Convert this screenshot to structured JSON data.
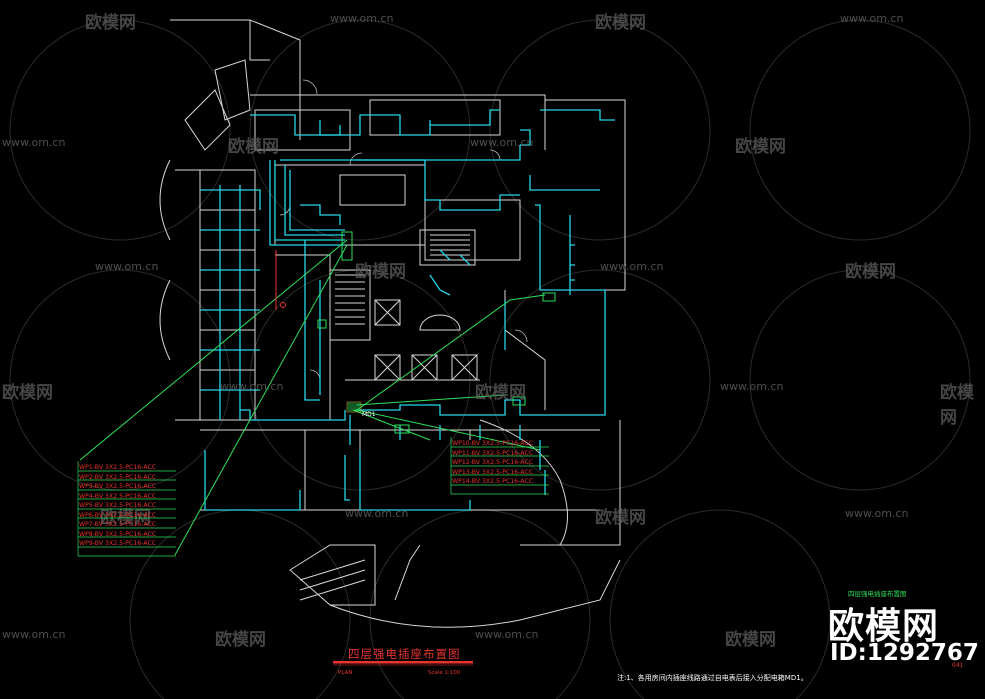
{
  "drawing": {
    "title": "四层强电插座布置图",
    "title_underline_left": "PLAN",
    "title_underline_right": "Scale 1:100",
    "subtitle": "四层强电插座布置图",
    "panel_label": "MD1",
    "note": "注:1、各用房间内插座线路通过自电表后接入分配电箱MD1。",
    "page_number": "041"
  },
  "circuits_left": [
    "WP1-BV 3X2.5-PC16-ACC",
    "WP2-BV 3X2.5-PC16-ACC",
    "WP3-BV 3X2.5-PC16-ACC",
    "WP4-BV 3X2.5-PC16-ACC",
    "WP5-BV 3X2.5-PC16-ACC",
    "WP6-BV 3X2.5-PC16-ACC",
    "WP7-BV 3X2.5-PC16-ACC",
    "WP8-BV 3X2.5-PC16-ACC",
    "WP9-BV 3X2.5-PC16-ACC"
  ],
  "circuits_right": [
    "WP10-BV 3X2.5-PC16-ACC",
    "WP11-BV 3X2.5-PC16-ACC",
    "WP12-BV 3X2.5-PC16-ACC",
    "WP13-BV 3X2.5-PC16-ACC",
    "WP14-BV 3X2.5-PC16-ACC"
  ],
  "watermark": {
    "brand": "欧模网",
    "url": "www.om.cn",
    "id": "ID:1292767"
  },
  "colors": {
    "background": "#000000",
    "wall": "#e0e0e0",
    "wiring": "#25d6e8",
    "leader": "#2ee05a",
    "label": "#e8342f",
    "watermark": "#5c5c5c"
  }
}
